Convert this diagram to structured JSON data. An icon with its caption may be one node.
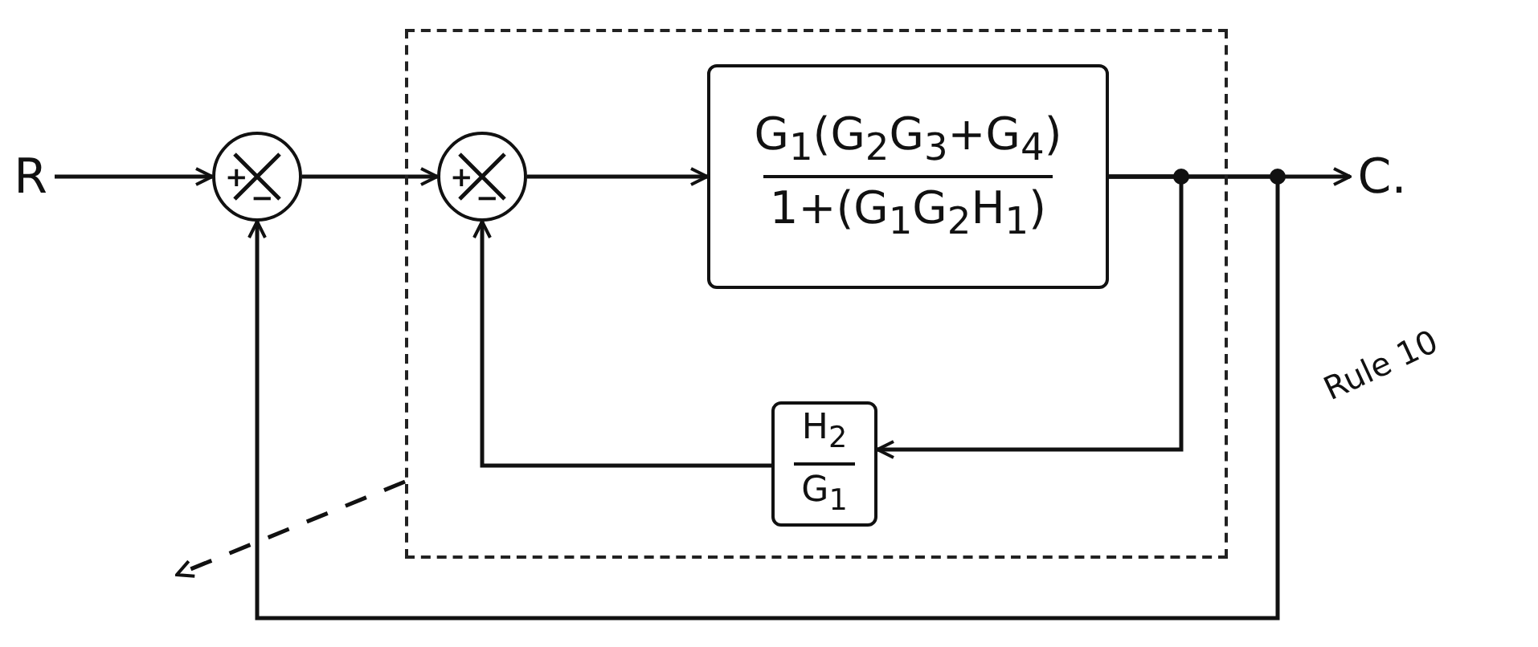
{
  "diagram": {
    "nodes": [
      {
        "text": [
          "R"
        ]
      },
      {
        "text": [
          "+",
          "−"
        ]
      },
      {
        "text": [],
        "shape": "box"
      },
      {
        "text": [
          "+",
          "−"
        ],
        "in": 2
      },
      {
        "text": [
          "G$_{1}$(G$_{2}$G$_{3}$+G$_{4}$)",
          "1+(G$_{1}$G$_{2}$H$_{1}$)"
        ],
        "in": 2
      },
      {
        "text": [
          "H$_{2}$",
          "G$_{1}$"
        ],
        "in": 2
      },
      {
        "text": [
          "C."
        ]
      }
    ],
    "edges": [
      {
        "from": 0,
        "to": 1,
        "arrow": "to"
      },
      {
        "from": 1,
        "to": 3,
        "arrow": "to"
      },
      {
        "from": 3,
        "to": 4,
        "arrow": "to"
      },
      {
        "from": 4,
        "to": 6,
        "arrow": "to"
      },
      {
        "from": 4,
        "to": 5,
        "arrow": "to"
      },
      {
        "from": 5,
        "to": 3,
        "arrow": "to"
      },
      {
        "from": 4,
        "to": 1,
        "arrow": "to"
      },
      {
        "from": 2,
        "to": null,
        "arrow": "to",
        "style": "dashed"
      }
    ],
    "labels": [
      "Rule 10"
    ]
  }
}
